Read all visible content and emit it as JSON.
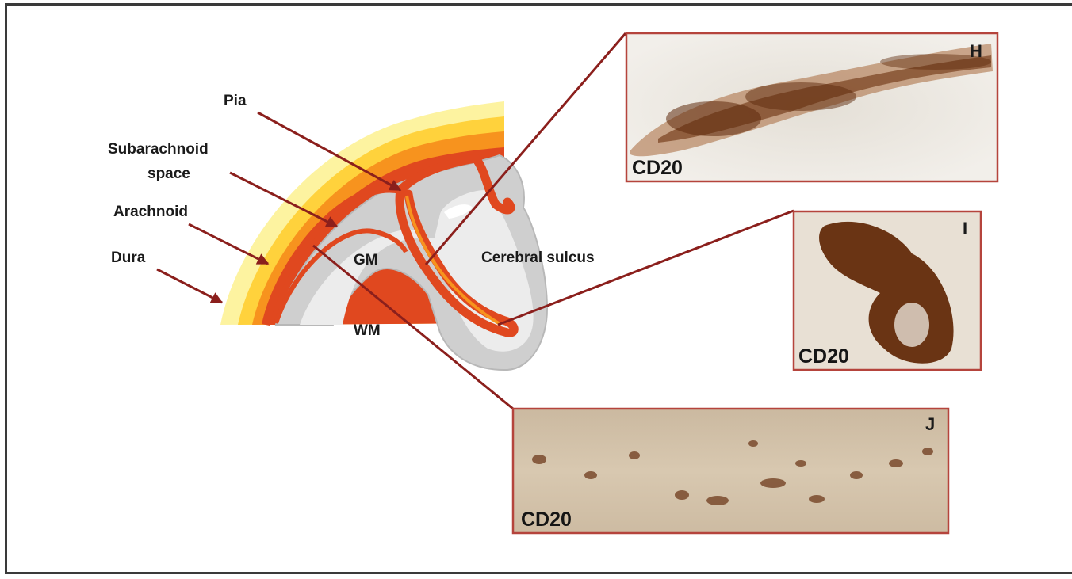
{
  "colors": {
    "arrow": "#8b1f1c",
    "dura": "#fdf3a0",
    "arachnoid": "#ffd23c",
    "subarachnoid": "#f7931e",
    "pia": "#e0481f",
    "grey_matter": "#cfcfcf",
    "white_matter": "#ececec",
    "panel_border": "#b5443c"
  },
  "diagram": {
    "labels": {
      "pia": "Pia",
      "subarachnoid_line1": "Subarachnoid",
      "subarachnoid_line2": "space",
      "arachnoid": "Arachnoid",
      "dura": "Dura",
      "gm": "GM",
      "wm": "WM",
      "cerebral_sulcus": "Cerebral sulcus"
    }
  },
  "panels": [
    {
      "letter": "H",
      "stain": "CD20"
    },
    {
      "letter": "I",
      "stain": "CD20"
    },
    {
      "letter": "J",
      "stain": "CD20"
    }
  ]
}
